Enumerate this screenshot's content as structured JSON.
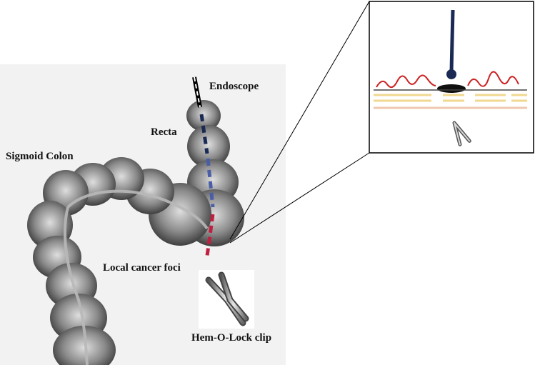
{
  "labels": {
    "endoscope": "Endoscope",
    "recta": "Recta",
    "sigmoid_colon": "Sigmoid Colon",
    "local_cancer_foci": "Local cancer foci",
    "hem_o_lock_clip": "Hem-O-Lock clip"
  },
  "colors": {
    "colon_dark": "#3a3a3a",
    "colon_light": "#d8d8d8",
    "endoscope_upper": "#1a2a55",
    "endoscope_mid": "#4a5ea8",
    "endoscope_lower": "#c02040",
    "mucosa_wave": "#cc2222",
    "layer_yellow": "#f0d890",
    "layer_pink": "#f0c8b0",
    "inset_scope": "#1a2a55"
  }
}
